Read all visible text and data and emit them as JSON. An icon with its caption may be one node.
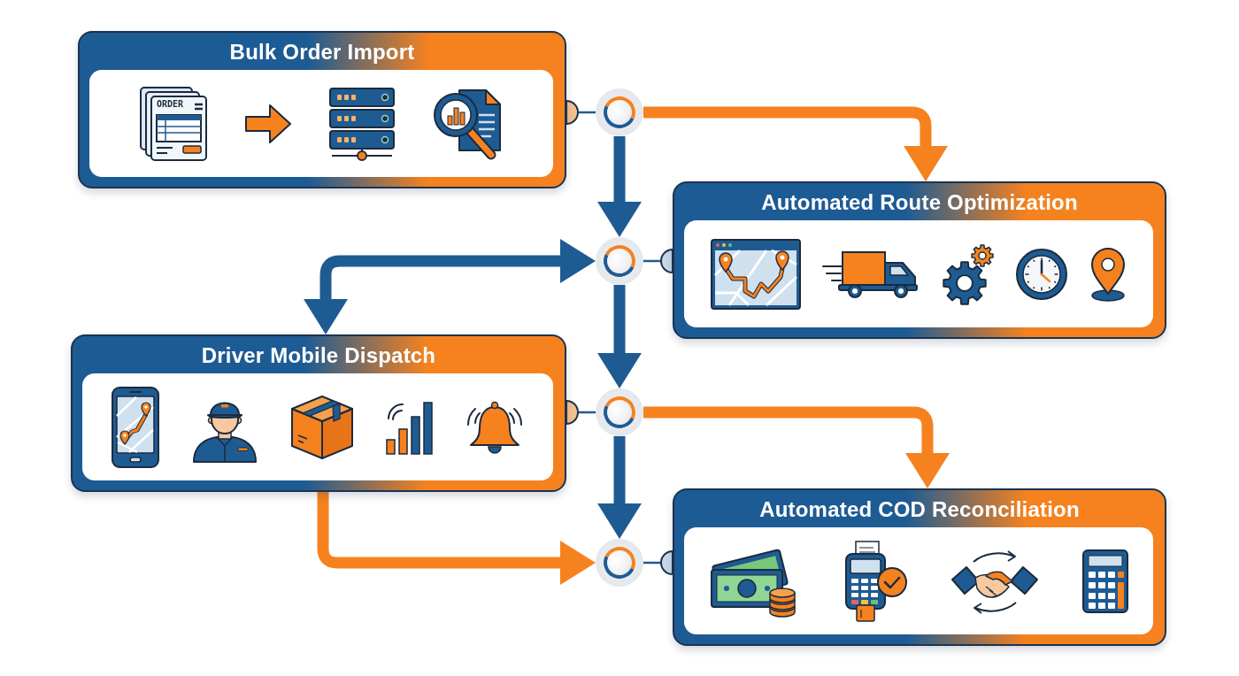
{
  "diagram": {
    "nodes": [
      {
        "text": [
          "Bulk Order Import"
        ]
      },
      {
        "text": [
          "Automated Route Optimization"
        ]
      },
      {
        "text": [
          "Driver Mobile Dispatch"
        ]
      },
      {
        "text": [
          "Automated COD Reconciliation"
        ]
      },
      {
        "text": [],
        "shape": "circle"
      },
      {
        "text": [],
        "shape": "circle"
      },
      {
        "text": [],
        "shape": "circle"
      },
      {
        "text": [],
        "shape": "circle"
      }
    ],
    "edges": [
      {
        "from": 4,
        "to": 0,
        "arrow": "other"
      },
      {
        "from": 4,
        "to": 1,
        "arrow": "to",
        "color": "#f5821f"
      },
      {
        "from": 4,
        "to": 5,
        "arrow": "to"
      },
      {
        "from": 5,
        "to": 1,
        "arrow": "other"
      },
      {
        "from": 5,
        "to": 2,
        "arrow": "both"
      },
      {
        "from": 5,
        "to": 6,
        "arrow": "to"
      },
      {
        "from": 6,
        "to": 2,
        "arrow": "other"
      },
      {
        "from": 6,
        "to": 3,
        "arrow": "to",
        "color": "#f5821f"
      },
      {
        "from": 6,
        "to": 7,
        "arrow": "to"
      },
      {
        "from": 2,
        "to": 7,
        "arrow": "to",
        "color": "#f5821f"
      },
      {
        "from": 7,
        "to": 3,
        "arrow": "other"
      }
    ],
    "labels": [
      "ORDER"
    ]
  }
}
